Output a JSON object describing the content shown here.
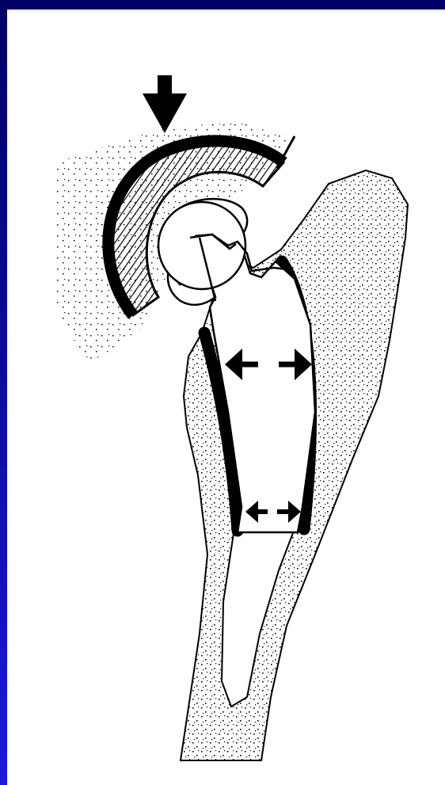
{
  "slide": {
    "border_color_top": "#000064",
    "border_color_bottom": "#1a1ad8",
    "panel_color": "#ffffff"
  },
  "illustration": {
    "subject": "hip-prosthesis-in-femur",
    "ink_color": "#000000",
    "parts": [
      "load-arrow-icon",
      "acetabular-cup",
      "pelvic-bone",
      "femoral-head",
      "femoral-stem",
      "femur-cortex",
      "medullary-canal",
      "cement-mantle",
      "proximal-expansion-arrows",
      "distal-expansion-arrows"
    ]
  }
}
